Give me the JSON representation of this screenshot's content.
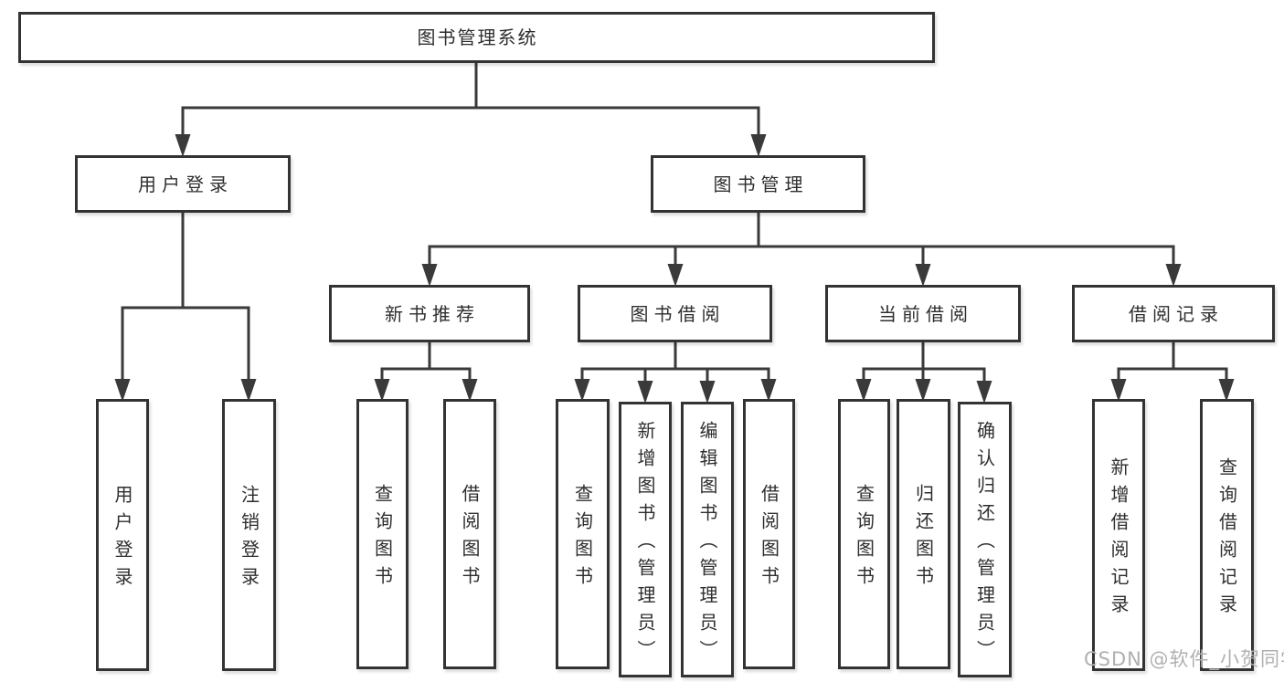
{
  "diagram": {
    "root": "图书管理系统",
    "level2": [
      {
        "label": "用户登录",
        "children": [
          "用户登录",
          "注销登录"
        ]
      },
      {
        "label": "图书管理",
        "children": [
          {
            "label": "新书推荐",
            "children": [
              "查询图书",
              "借阅图书"
            ]
          },
          {
            "label": "图书借阅",
            "children": [
              "查询图书",
              "新增图书（管理员）",
              "编辑图书（管理员）",
              "借阅图书"
            ]
          },
          {
            "label": "当前借阅",
            "children": [
              "查询图书",
              "归还图书",
              "确认归还（管理员）"
            ]
          },
          {
            "label": "借阅记录",
            "children": [
              "新增借阅记录",
              "查询借阅记录"
            ]
          }
        ]
      }
    ],
    "colors": {
      "line": "#3a3a3a",
      "box_border": "#333333",
      "text": "#2e2e2e",
      "watermark": "#b0b0b0",
      "background": "#ffffff"
    }
  },
  "watermark": {
    "text": "CSDN @软件_小贺同学"
  }
}
